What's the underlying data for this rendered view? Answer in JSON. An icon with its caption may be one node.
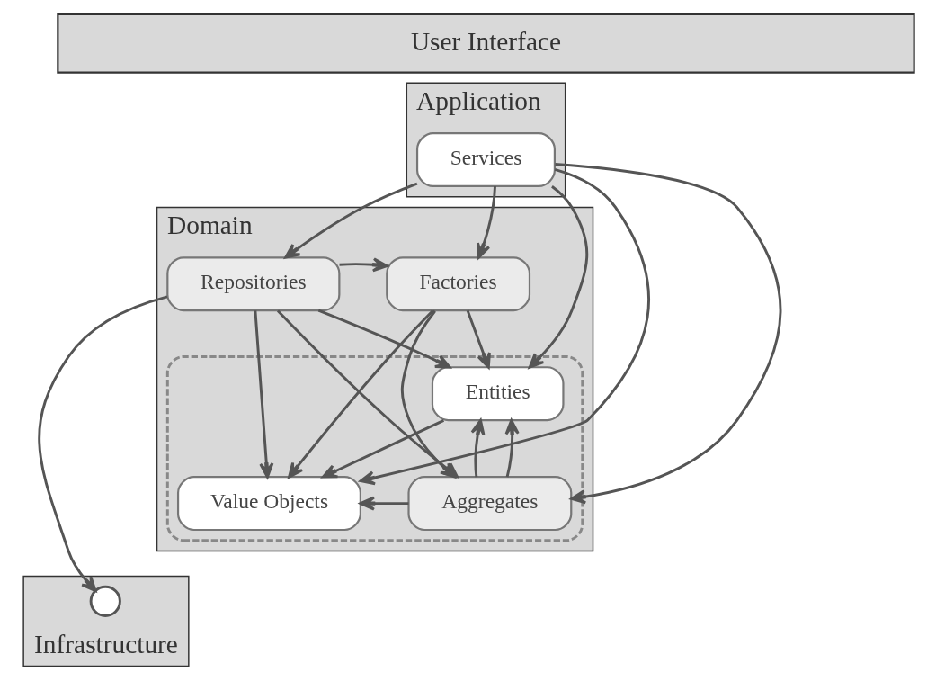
{
  "diagram": {
    "nodes": [
      {
        "text": [
          "User Interface"
        ]
      },
      {
        "text": [
          "Application"
        ]
      },
      {
        "text": [
          "Services"
        ],
        "in": 1
      },
      {
        "text": [
          "Domain"
        ]
      },
      {
        "text": [
          "Factories"
        ],
        "in": 3
      },
      {
        "text": [
          "Repositories"
        ],
        "in": 3
      },
      {
        "text": [],
        "shape": "box",
        "in": 3
      },
      {
        "text": [
          "Entities"
        ],
        "in": 6
      },
      {
        "text": [
          "Value Objects"
        ],
        "in": 6
      },
      {
        "text": [
          "Aggregates"
        ],
        "in": 6
      },
      {
        "text": [
          "Infrastructure"
        ]
      },
      {
        "text": [],
        "shape": "circle",
        "in": 10
      }
    ],
    "edges": [
      {
        "from": 2,
        "to": 4,
        "arrow": "to"
      },
      {
        "from": 2,
        "to": 8,
        "arrow": "to"
      },
      {
        "from": 2,
        "to": 7,
        "arrow": "to"
      },
      {
        "from": 2,
        "to": 5,
        "arrow": "to"
      },
      {
        "from": 2,
        "to": 9,
        "arrow": "to"
      },
      {
        "from": 5,
        "to": 4,
        "arrow": "to"
      },
      {
        "from": 5,
        "to": 8,
        "arrow": "to"
      },
      {
        "from": 5,
        "to": 7,
        "arrow": "to"
      },
      {
        "from": 5,
        "to": 9,
        "arrow": "to"
      },
      {
        "from": 5,
        "to": 11,
        "arrow": "to"
      },
      {
        "from": 4,
        "to": 8,
        "arrow": "to"
      },
      {
        "from": 4,
        "to": 7,
        "arrow": "to"
      },
      {
        "from": 4,
        "to": 9,
        "arrow": "to"
      },
      {
        "from": 7,
        "to": 8,
        "arrow": "to"
      },
      {
        "from": 9,
        "to": 8,
        "arrow": "to"
      },
      {
        "from": 9,
        "to": 7,
        "arrow": "to"
      },
      {
        "from": 9,
        "to": 7,
        "arrow": "to"
      }
    ]
  }
}
